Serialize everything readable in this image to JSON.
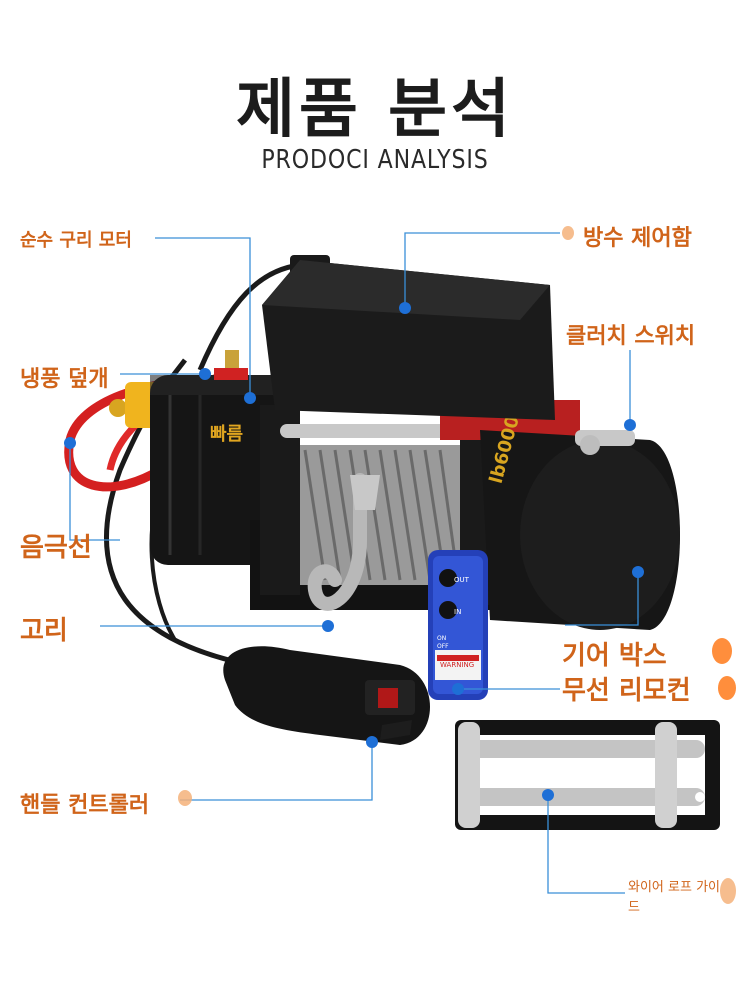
{
  "header": {
    "title": "제품 분석",
    "subtitle": "PRODOCI ANALYSIS"
  },
  "labels": {
    "pure_copper_motor": "순수 구리 모터",
    "waterproof_control_box": "방수 제어함",
    "clutch_switch": "클러치 스위치",
    "cooling_cover": "냉풍 덮개",
    "fast": "빠름",
    "negative_wire": "음극선",
    "hook": "고리",
    "gearbox": "기어 박스",
    "wireless_remote": "무선 리모컨",
    "handle_controller": "핸들 컨트롤러",
    "wire_rope_guide": "와이어 로프 가이드"
  },
  "product": {
    "drum_marking": "lb6000lb",
    "remote_buttons": [
      "IN",
      "OUT",
      "ON",
      "OFF"
    ],
    "remote_warning": "WARNING"
  },
  "colors": {
    "label_orange": "#d0641a",
    "leader_blue": "#3a8fd8",
    "dot_blue": "#1e6fd6",
    "winch_black": "#141414",
    "remote_blue": "#2440b8"
  }
}
